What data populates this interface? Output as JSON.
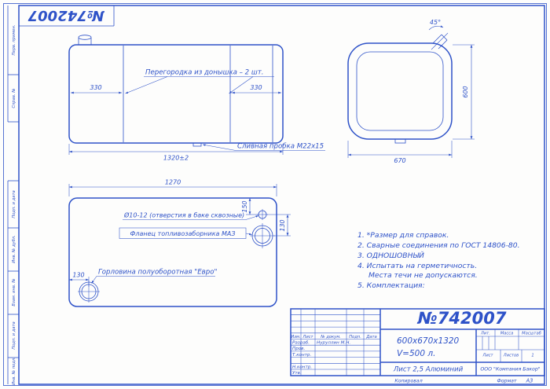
{
  "colors": {
    "line_blue": "#2e52c8",
    "paper": "#fdfdfc"
  },
  "corner_stamp": "№742007",
  "margin_labels": [
    "Перв. примен.",
    "Справ. №",
    "Подп. и дата",
    "Инв. № дубл.",
    "Взам. инв. №",
    "Подп. и дата",
    "Инв. № подл."
  ],
  "front_view": {
    "callout_partition": "Перегородка из донышка – 2 шт.",
    "callout_drain": "Сливная пробка М22х15",
    "dim_330_left": "330",
    "dim_330_right": "330",
    "dim_length": "1320±2"
  },
  "side_view": {
    "dim_angle": "45°",
    "dim_height": "600",
    "dim_width": "670"
  },
  "bottom_view": {
    "dim_length": "1270",
    "dim_150": "150",
    "dim_130_right": "130",
    "dim_130_left": "130",
    "callout_holes": "Ø10-12 (отверстия в баке сквозные)",
    "callout_flange": "Фланец топливозаборника МАЗ",
    "callout_neck": "Горловина полуоборотная \"Евро\""
  },
  "notes": [
    "1. *Размер для справок.",
    "2. Сварные соединения по ГОСТ 14806-80.",
    "3. ОДНОШОВНЫЙ",
    "4. Испытать на герметичность.",
    "Места течи не допускаются.",
    "5. Комплектация:"
  ],
  "title_block": {
    "doc_number": "№742007",
    "dimensions": "600х670х1320",
    "volume": "V=500 л.",
    "material": "Лист 2,5 Алюминий",
    "company": "ООО \"Компания Бакор\"",
    "header": {
      "izm": "Изм.",
      "list": "Лист",
      "doc": "№ докум.",
      "podp": "Подп.",
      "data": "Дата"
    },
    "roles": {
      "razrab": "Разраб.",
      "prov": "Пров.",
      "tkontr": "Т.контр.",
      "nkontr": "Н.контр.",
      "utv": "Утв."
    },
    "razrab_name": "Нуруллин М.Н.",
    "lit_label": "Лит.",
    "mass_label": "Масса",
    "scale_label": "Масштаб",
    "sheet_label": "Лист",
    "sheets_label": "Листов",
    "sheets_value": "1",
    "copied_label": "Копировал",
    "format_label": "Формат",
    "format_value": "А3"
  }
}
